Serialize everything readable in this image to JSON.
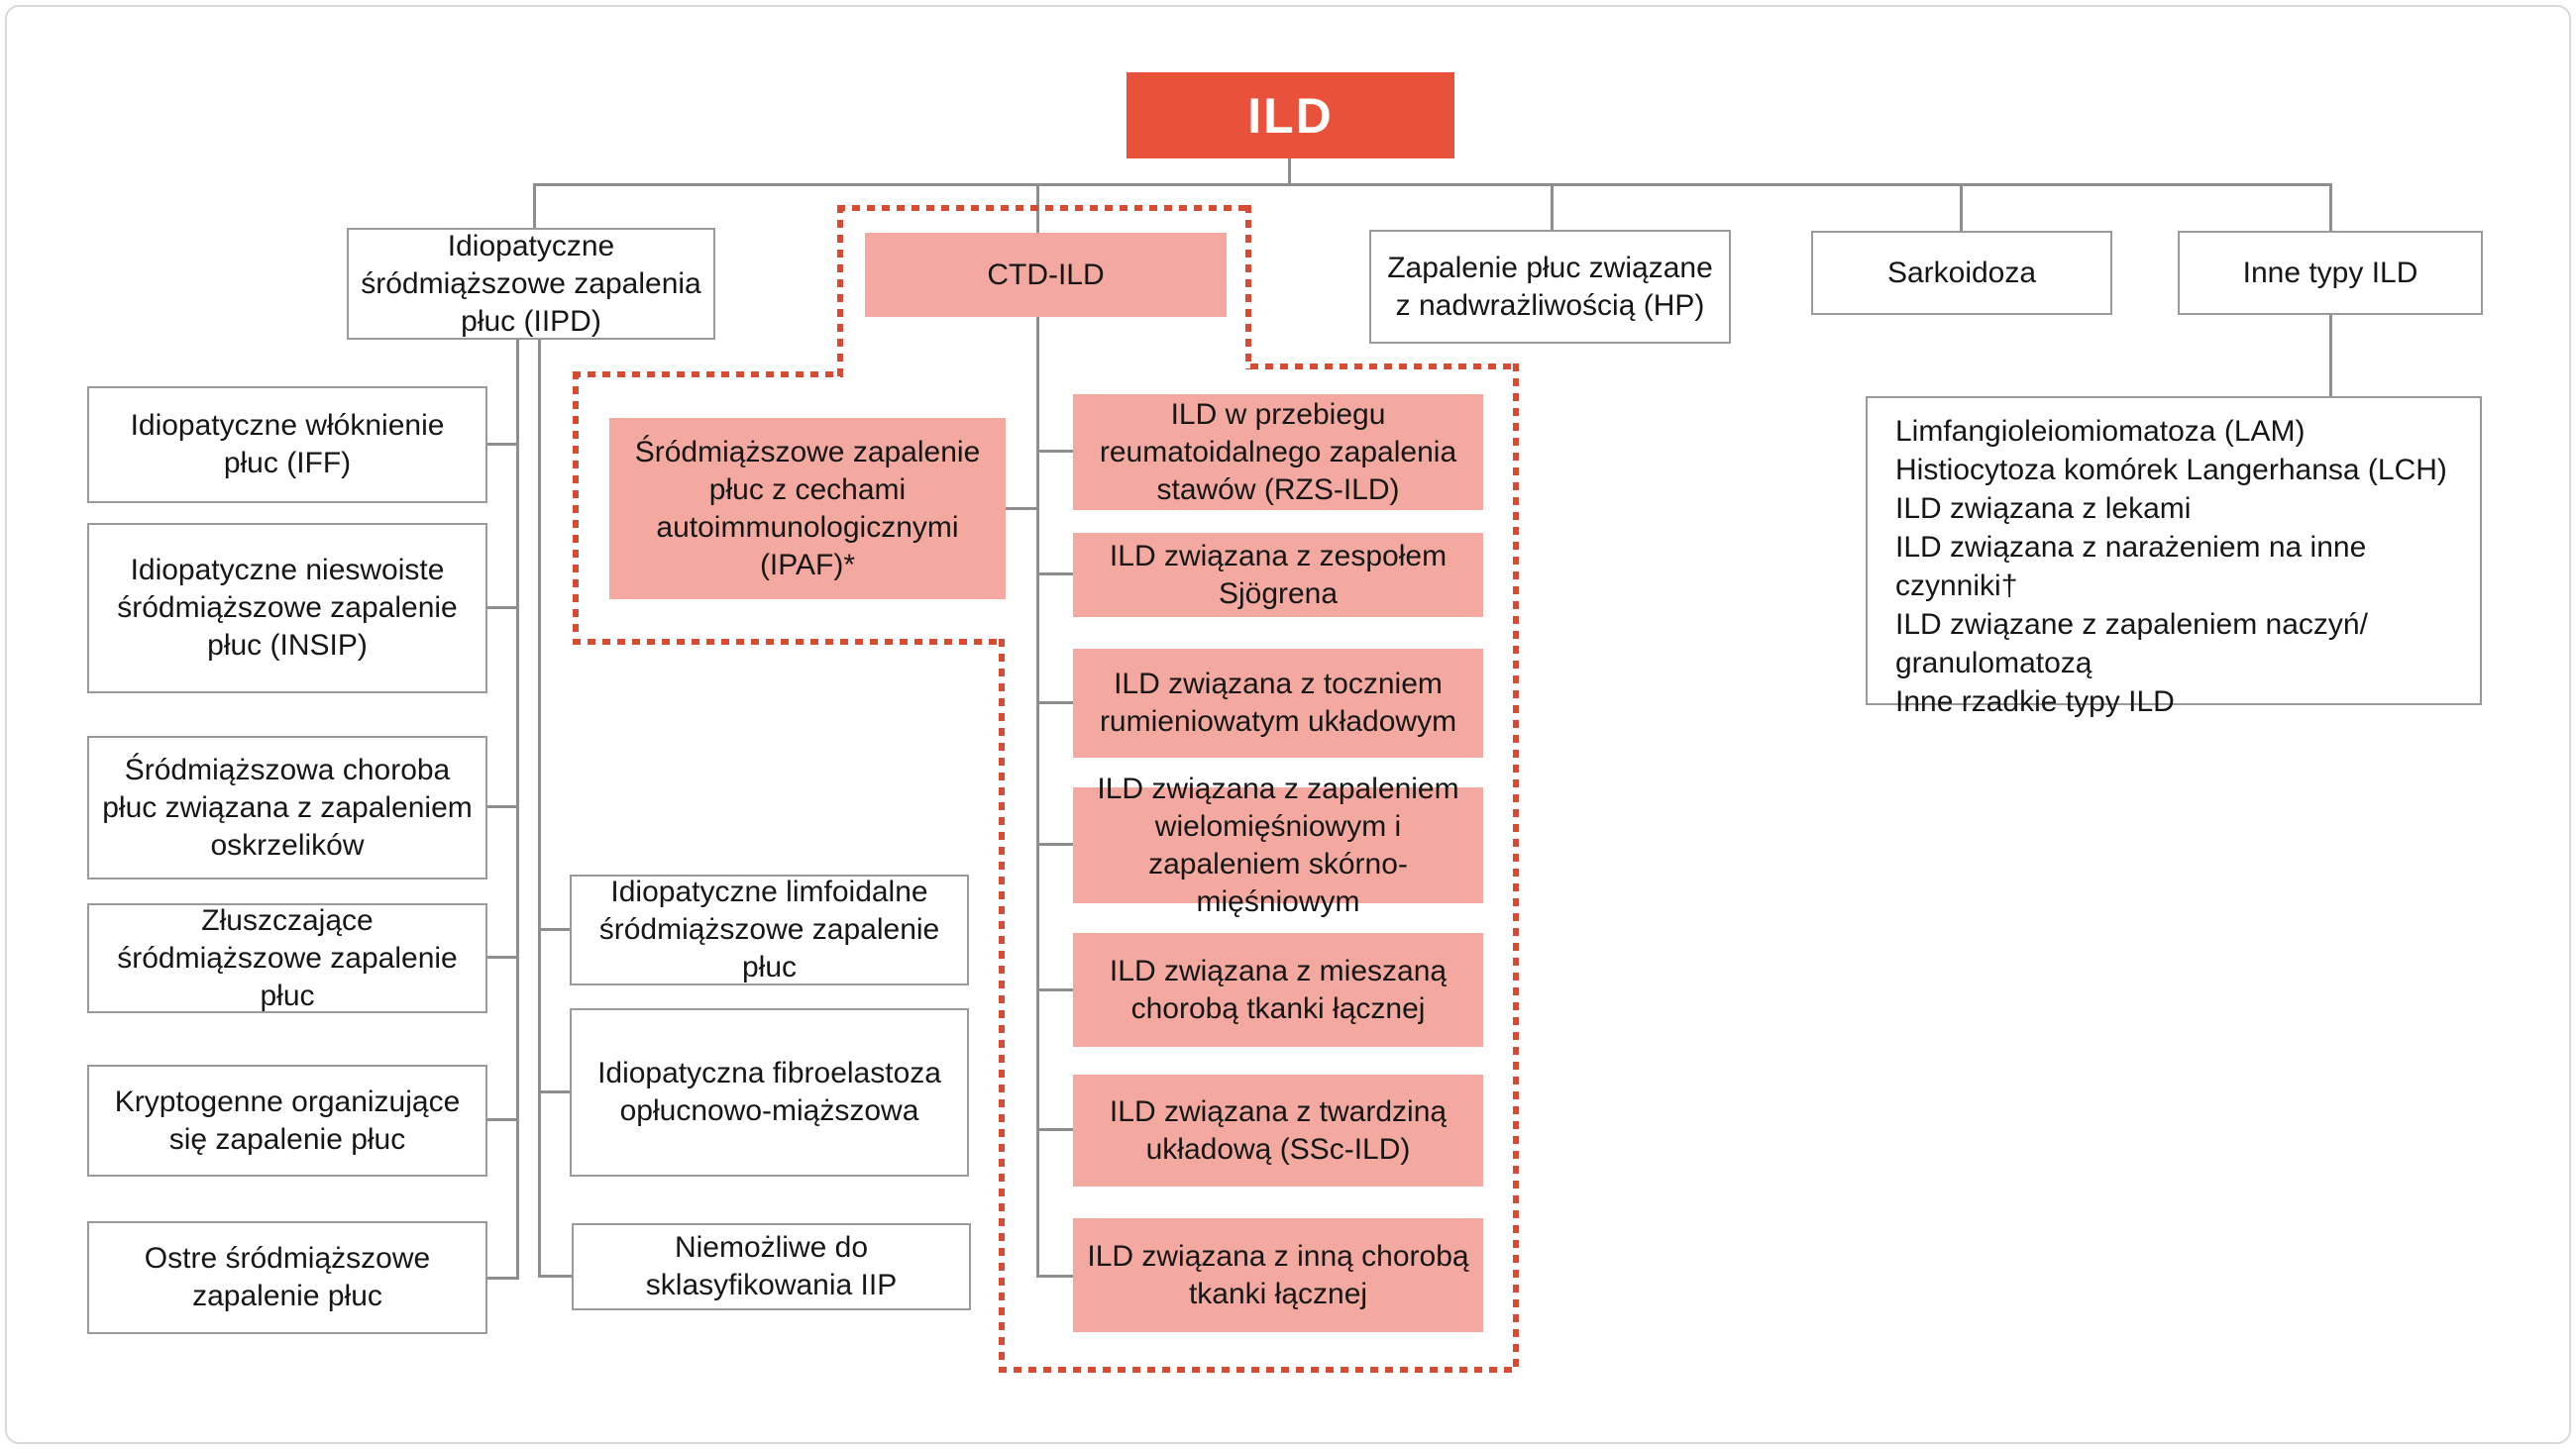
{
  "diagram_title": "ILD",
  "root": {
    "label": "ILD"
  },
  "level2": {
    "iipd": "Idiopatyczne śródmiąższowe zapalenia płuc (IIPD)",
    "ctd_ild": "CTD-ILD",
    "hp": "Zapalenie płuc związane z nadwrażliwością (HP)",
    "sarkoidoza": "Sarkoidoza",
    "inne_typy": "Inne typy ILD"
  },
  "iipd_children_left": [
    "Idiopatyczne włóknienie płuc (IFF)",
    "Idiopatyczne nieswoiste śródmiąższowe zapalenie płuc (INSIP)",
    "Śródmiąższowa choroba płuc związana z zapaleniem oskrzelików",
    "Złuszczające śródmiąższowe zapalenie płuc",
    "Kryptogenne organizujące się zapalenie płuc",
    "Ostre śródmiąższowe zapalenie płuc"
  ],
  "ipaf": "Śródmiąższowe zapalenie płuc z cechami autoimmunologicznymi (IPAF)*",
  "iipd_children_middle": [
    "Idiopatyczne limfoidalne śródmiąższowe zapalenie płuc",
    "Idiopatyczna fibroelastoza opłucnowo-miąższowa",
    "Niemożliwe do sklasyfikowania IIP"
  ],
  "ctd_children": [
    "ILD w przebiegu reumatoidalnego zapalenia stawów (RZS-ILD)",
    "ILD związana z zespołem Sjögrena",
    "ILD związana z toczniem rumieniowatym układowym",
    "ILD związana z zapaleniem wielomięśniowym i zapaleniem skórno-mięśniowym",
    "ILD związana z mieszaną chorobą tkanki łącznej",
    "ILD związana z twardziną układową (SSc-ILD)",
    "ILD związana z inną chorobą tkanki łącznej"
  ],
  "inne_typy_children": [
    "Limfangioleiomiomatoza (LAM)",
    "Histiocytoza komórek Langerhansa (LCH)",
    "ILD związana z lekami",
    "ILD związana z narażeniem na inne czynniki†",
    "ILD związane z zapaleniem naczyń/ granulomatozą",
    "Inne rzadkie typy ILD"
  ],
  "colors": {
    "root_red": "#e8523a",
    "pink_fill": "#f3a99f",
    "dotted_red": "#d84b32",
    "connector_gray": "#8e8e8e",
    "box_border_gray": "#9a9a9a"
  }
}
